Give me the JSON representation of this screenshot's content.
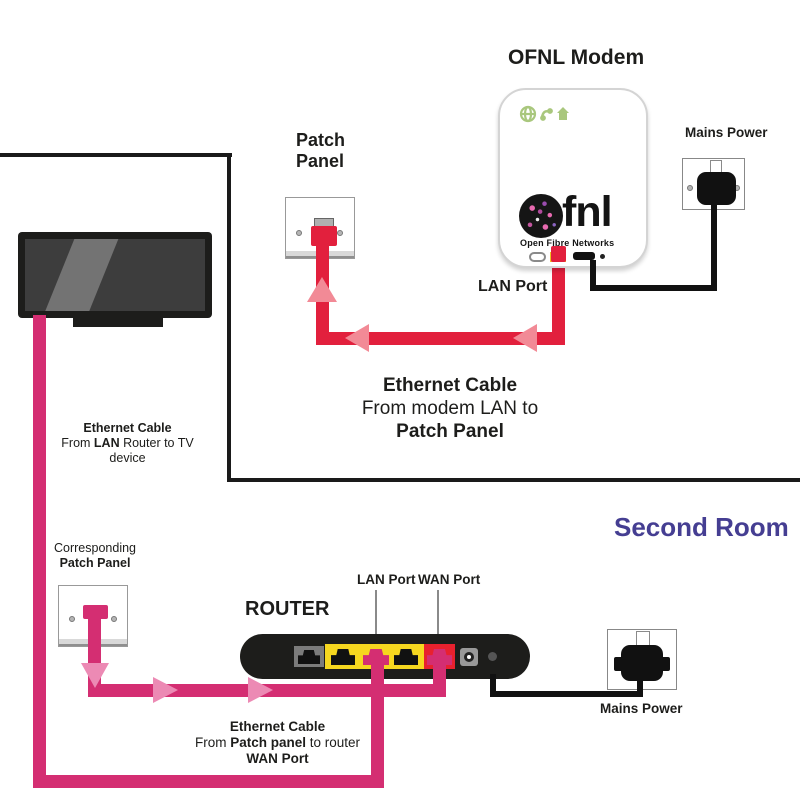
{
  "colors": {
    "cable_red": "#e2203d",
    "cable_red_arrow": "#f28a96",
    "cable_pink": "#d42e72",
    "cable_pink_arrow": "#ec8ab4",
    "second_room_text": "#453e92",
    "router_lan_block_yellow": "#f6d71f",
    "router_wan_block_red": "#e8212e",
    "modem_status_icon_green": "#a9c77d"
  },
  "top_room": {
    "modem_title": "OFNL Modem",
    "modem_logo_text": "fnl",
    "modem_logo_subtext": "Open Fibre Networks",
    "modem_lan_label": "LAN Port",
    "mains_label": "Mains Power",
    "patch_panel_label_line1": "Patch",
    "patch_panel_label_line2": "Panel",
    "cable_note": {
      "line1": "Ethernet Cable",
      "line2": "From modem LAN to",
      "line3": "Patch Panel"
    }
  },
  "second_room": {
    "room_label": "Second Room",
    "router_label": "ROUTER",
    "lan_port_label": "LAN Port",
    "wan_port_label": "WAN Port",
    "mains_label": "Mains Power",
    "corresponding_label_line1": "Corresponding",
    "corresponding_label_line2": "Patch Panel",
    "cable_note": {
      "line1": "Ethernet Cable",
      "line2_pre": "From ",
      "line2_bold": "Patch panel",
      "line2_post": " to router",
      "line3": "WAN Port"
    }
  },
  "tv_cable_note": {
    "line1": "Ethernet Cable",
    "line2_pre": "From ",
    "line2_bold": "LAN",
    "line2_post": " Router to TV",
    "line3": "device"
  }
}
